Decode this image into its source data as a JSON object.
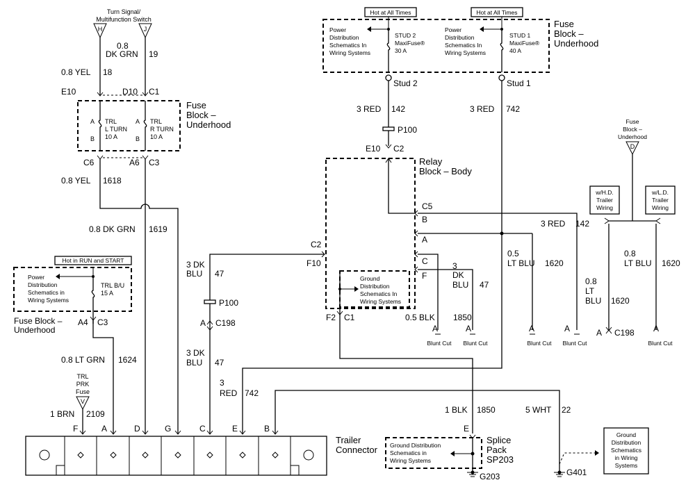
{
  "labels": {
    "turn_switch": [
      "Turn Signal/",
      "Multifunction Switch"
    ],
    "term_h": "H",
    "term_j": "J",
    "w_08": "0.8",
    "w_dkgrn": "DK GRN",
    "w_19": "19",
    "w_08yel": "0.8 YEL",
    "w_18": "18",
    "p_e10a": "E10",
    "p_d10": "D10",
    "p_c1a": "C1",
    "fb_left": [
      "Fuse",
      "Block –",
      "Underhood"
    ],
    "pin_a": "A",
    "pin_b": "B",
    "trl_l": [
      "TRL",
      "L TURN",
      "10 A"
    ],
    "trl_r": [
      "TRL",
      "R TURN",
      "10 A"
    ],
    "p_c6": "C6",
    "p_a6": "A6",
    "p_c3a": "C3",
    "w_1618": "1618",
    "w_08dkgrn": "0.8 DK GRN",
    "w_1619": "1619",
    "hot_run": "Hot in RUN and START",
    "pds_left": [
      "Power",
      "Distribution",
      "Schematics in",
      "Wiring Systems"
    ],
    "trl_bu": [
      "TRL B/U",
      "15 A"
    ],
    "fb_left2": [
      "Fuse Block –",
      "Underhood"
    ],
    "p_a4": "A4",
    "p_c3b": "C3",
    "w_08ltgrn": "0.8 LT GRN",
    "w_1624": "1624",
    "trl_prk": [
      "TRL",
      "PRK",
      "Fuse"
    ],
    "term_v": "V",
    "w_1brn": "1 BRN",
    "w_2109": "2109",
    "w_3dk": "3 DK",
    "w_blu": "BLU",
    "w_47": "47",
    "p100": "P100",
    "p_a": "A",
    "c198": "C198",
    "w_3": "3",
    "w_red": "RED",
    "w_742": "742",
    "hot_all": "Hot at All Times",
    "pds_top": [
      "Power",
      "Distribution",
      "Schematics In",
      "Wiring Systems"
    ],
    "stud2_fuse": [
      "STUD 2",
      "MaxiFuse®",
      "30 A"
    ],
    "stud1_fuse": [
      "STUD 1",
      "MaxiFuse®",
      "40 A"
    ],
    "fb_right": [
      "Fuse",
      "Block –",
      "Underhood"
    ],
    "stud2": "Stud 2",
    "stud1": "Stud 1",
    "w_3red": "3 RED",
    "w_142": "142",
    "p_e10b": "E10",
    "p_c2a": "C2",
    "relay": [
      "Relay",
      "Block – Body"
    ],
    "p_c5": "C5",
    "p_b": "B",
    "p_c2b": "C2",
    "p_f10": "F10",
    "p_c": "C",
    "p_f": "F",
    "gds": [
      "Ground",
      "Distribution",
      "Schematics In",
      "Wiring Systems"
    ],
    "p_f2": "F2",
    "p_c1b": "C1",
    "w_05blk": "0.5 BLK",
    "w_1850": "1850",
    "w_dk": "DK",
    "w_05": "0.5",
    "w_ltblu": "LT BLU",
    "w_1620": "1620",
    "w_lt": "LT",
    "w_3red142": "3 RED",
    "blunt": "Blunt Cut",
    "fb_far": [
      "Fuse",
      "Block –",
      "Underhood"
    ],
    "term_d": "D",
    "hd": [
      "w/H.D.",
      "Trailer",
      "Wiring"
    ],
    "ld": [
      "w/L.D.",
      "Trailer",
      "Wiring"
    ],
    "w_1blk": "1 BLK",
    "w_5wht": "5 WHT",
    "w_22": "22",
    "pin_f": "F",
    "pin_d": "D",
    "pin_g": "G",
    "pin_c": "C",
    "pin_e": "E",
    "trailer_conn": [
      "Trailer",
      "Connector"
    ],
    "gds2": [
      "Ground Distribution",
      "Schematics in",
      "Wiring Systems"
    ],
    "splice": [
      "Splice",
      "Pack",
      "SP203"
    ],
    "g203": "G203",
    "g401": "G401",
    "gds3": [
      "Ground",
      "Distribution",
      "Schematics",
      "in Wiring",
      "Systems"
    ]
  }
}
